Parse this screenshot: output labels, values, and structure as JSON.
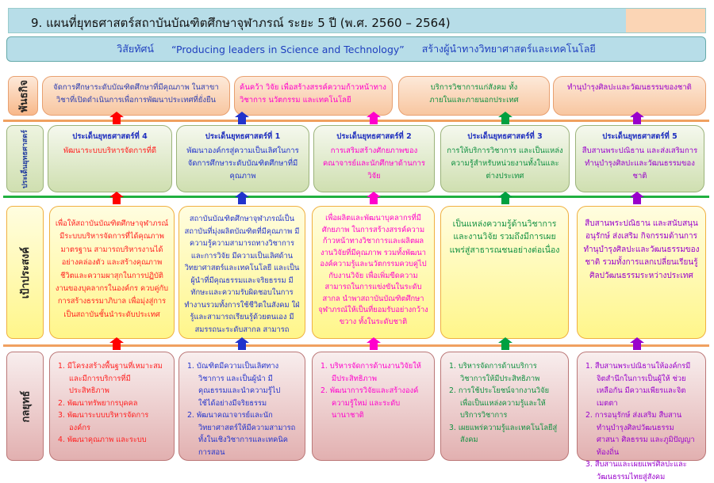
{
  "title": "9.  แผนที่ยุทธศาสตร์สถาบันบัณฑิตศึกษาจุฬาภรณ์ ระยะ 5 ปี (พ.ศ. 2560 – 2564)",
  "vision": {
    "label": "วิสัยทัศน์",
    "english": "“Producing leaders in Science and Technology”",
    "thai": "สร้างผู้นำทางวิทยาศาสตร์และเทคโนโลยี"
  },
  "row_labels": {
    "mission": "พันธกิจ",
    "issues": "ประเด็นยุทธศาสตร์",
    "goals": "เป้าประสงค์",
    "strategies": "กลยุทธ์"
  },
  "colors": {
    "c4": "#ff0000",
    "c1": "#2233cc",
    "c2": "#ff00cc",
    "c3": "#00a040",
    "c5": "#9900cc"
  },
  "missions": [
    "จัดการศึกษาระดับบัณฑิตศึกษาที่มีคุณภาพ ในสาขาวิชาที่เปิดดำเนินการเพื่อการพัฒนาประเทศที่ยั่งยืน",
    "ค้นคว้า วิจัย เพื่อสร้างสรรค์ความก้าวหน้าทางวิชาการ นวัตกรรม และเทคโนโลยี",
    "บริการวิชาการแก่สังคม ทั้งภายในและภายนอกประเทศ",
    "ทำนุบำรุงศิลปะและวัฒนธรรมของชาติ"
  ],
  "issues": [
    {
      "head": "ประเด็นยุทธศาสตร์ที่  4",
      "text": "พัฒนาระบบบริหารจัดการที่ดี"
    },
    {
      "head": "ประเด็นยุทธศาสตร์ที่  1",
      "text": "พัฒนาองค์กรสู่ความเป็นเลิศในการจัดการศึกษาระดับบัณฑิตศึกษาที่มีคุณภาพ"
    },
    {
      "head": "ประเด็นยุทธศาสตร์ที่  2",
      "text": "การเสริมสร้างศักยภาพของคณาจารย์และนักศึกษาด้านการวิจัย"
    },
    {
      "head": "ประเด็นยุทธศาสตร์ที่  3",
      "text": "การให้บริการวิชาการ และเป็นแหล่งความรู้สำหรับหน่วยงานทั้งในและต่างประเทศ"
    },
    {
      "head": "ประเด็นยุทธศาสตร์ที่  5",
      "text": "สืบสานพระปณิธาน และส่งเสริมการทำนุบำรุงศิลปะและวัฒนธรรมของชาติ"
    }
  ],
  "goals": [
    "เพื่อให้สถาบันบัณฑิตศึกษาจุฬาภรณ์ มีระบบบริหารจัดการที่ได้คุณภาพมาตรฐาน สามารถบริหารงานได้อย่างคล่องตัว และสร้างคุณภาพชีวิตและความผาสุกในการปฏิบัติงานของบุคลากรในองค์กร ควบคู่กับการสร้างธรรมาภิบาล เพื่อมุ่งสู่การเป็นสถาบันชั้นนำระดับประเทศ",
    "สถาบันบัณฑิตศึกษาจุฬาภรณ์เป็นสถาบันที่มุ่งผลิตบัณฑิตที่มีคุณภาพ มีความรู้ความสามารถทางวิชาการและการวิจัย มีความเป็นเลิศด้านวิทยาศาสตร์และเทคโนโลยี และเป็นผู้นำที่มีคุณธรรมและจริยธรรม มีทักษะและความรับผิดชอบในการทำงานรวมทั้งการใช้ชีวิตในสังคม ใฝ่รู้และสามารถเรียนรู้ด้วยตนเอง มีสมรรถนะระดับสากล สามารถ",
    "เพื่อผลิตและพัฒนาบุคลากรที่มีศักยภาพ ในการสร้างสรรค์ความก้าวหน้าทางวิชาการและผลิตผลงานวิจัยที่มีคุณภาพ รวมทั้งพัฒนาองค์ความรู้และนวัตกรรมควบคู่ไปกับงานวิจัย เพื่อเพิ่มขีดความสามารถในการแข่งขันในระดับสากล นำพาสถาบันบัณฑิตศึกษาจุฬาภรณ์ให้เป็นที่ยอมรับอย่างกว้างขวาง ทั้งในระดับชาติ",
    "เป็นแหล่งความรู้ด้านวิชาการและงานวิจัย  รวมถึงมีการเผยแพร่สู่สาธารณชนอย่างต่อเนื่อง",
    "สืบสานพระปณิธาน และสนับสนุน  อนุรักษ์ ส่งเสริม กิจกรรมด้านการทำนุบำรุงศิลปะและวัฒนธรรมของชาติ รวมทั้งการแลกเปลี่ยนเรียนรู้ศิลปวัฒนธรรมระหว่างประเทศ"
  ],
  "strategies": [
    [
      "1. มีโครงสร้างพื้นฐานที่เหมาะสมและมีการบริการที่มีประสิทธิภาพ",
      "2. พัฒนาทรัพยากรบุคคล",
      "3. พัฒนาระบบบริหารจัดการองค์กร",
      "4. พัฒนาคุณภาพ และระบบ"
    ],
    [
      "1. บัณฑิตมีความเป็นเลิศทางวิชาการ และเป็นผู้นำ มีคุณธรรมและนำความรู้ไปใช้ได้อย่างมีจริยธรรม",
      "2. พัฒนาคณาจารย์และนักวิทยาศาสตร์ให้มีความสามารถทั้งในเชิงวิชาการและเทคนิคการสอน"
    ],
    [
      "1. บริหารจัดการด้านงานวิจัยให้มีประสิทธิภาพ",
      "2. พัฒนาการวิจัยและสร้างองค์ความรู้ใหม่ และระดับนานาชาติ"
    ],
    [
      "1. บริหารจัดการด้านบริการวิชาการให้มีประสิทธิภาพ",
      "2. การใช้ประโยชน์จากงานวิจัยเพื่อเป็นแหล่งความรู้และให้บริการวิชาการ",
      "3. เผยแพร่ความรู้และเทคโนโลยีสู่สังคม"
    ],
    [
      "1. สืบสานพระปณิธานให้องค์กรมีจิตสำนึกในการเป็นผู้ให้ ช่วยเหลือกัน มีความเพียรและจิตเมตตา",
      "2. การอนุรักษ์ ส่งเสริม สืบสาน ทำนุบำรุงศิลปวัฒนธรรม ศาสนา ศิลธรรม และภูมิปัญญาท้องถิ่น",
      "3. สืบสานและเผยแพร่ศิลปะและวัฒนธรรมไทยสู่สังคม"
    ]
  ]
}
